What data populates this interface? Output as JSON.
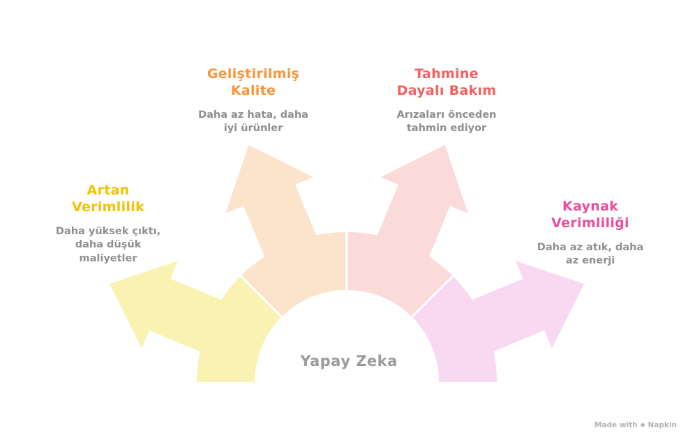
{
  "diagram": {
    "center_label": "Yapay Zeka",
    "muted_text_color": "#8f8f8f",
    "center_label_color": "#9b9b9b",
    "sections": [
      {
        "id": "artan-verimlilik",
        "title": "Artan\nVerimlilik",
        "description": "Daha yüksek çıktı,\ndaha düşük\nmaliyetler",
        "title_color": "#f2c200",
        "fill_color": "#faf2b3"
      },
      {
        "id": "gelistirilmis-kalite",
        "title": "Geliştirilmiş\nKalite",
        "description": "Daha az hata, daha\niyi ürünler",
        "title_color": "#f9943b",
        "fill_color": "#fce4cc"
      },
      {
        "id": "tahmine-dayali-bakim",
        "title": "Tahmine\nDayalı Bakım",
        "description": "Arızaları önceden\ntahmin ediyor",
        "title_color": "#f4605f",
        "fill_color": "#fbdada"
      },
      {
        "id": "kaynak-verimliligi",
        "title": "Kaynak\nVerimliliği",
        "description": "Daha az atık, daha\naz enerji",
        "title_color": "#ea4e9c",
        "fill_color": "#f8d9f1"
      }
    ]
  },
  "footer": {
    "made_with": "Made with",
    "brand": "Napkin"
  }
}
